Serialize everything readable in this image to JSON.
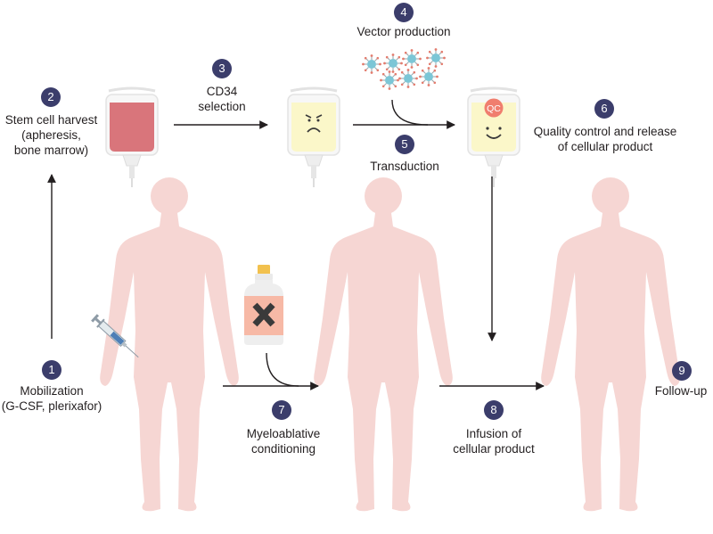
{
  "colors": {
    "badge": "#3b3d6b",
    "arrow": "#231f20",
    "body_silhouette": "#f6d6d3",
    "bag_blood": "#d9757b",
    "bag_yellow": "#fbf7c9",
    "bag_frame": "#e9e9e9",
    "vector_particle": "#7cc6d6",
    "qc_badge": "#f07e6e",
    "bottle": "#f7b9a6",
    "bottle_cap": "#f2c14e"
  },
  "steps": [
    {
      "num": "1",
      "lines": [
        "Mobilization",
        "(G-CSF, plerixafor)"
      ]
    },
    {
      "num": "2",
      "lines": [
        "Stem cell harvest",
        "(apheresis,",
        "bone marrow)"
      ]
    },
    {
      "num": "3",
      "lines": [
        "CD34",
        "selection"
      ]
    },
    {
      "num": "4",
      "lines": [
        "Vector production"
      ]
    },
    {
      "num": "5",
      "lines": [
        "Transduction"
      ]
    },
    {
      "num": "6",
      "lines": [
        "Quality control and release",
        "of cellular product"
      ]
    },
    {
      "num": "7",
      "lines": [
        "Myeloablative",
        "conditioning"
      ]
    },
    {
      "num": "8",
      "lines": [
        "Infusion of",
        "cellular product"
      ]
    },
    {
      "num": "9",
      "lines": [
        "Follow-up"
      ]
    }
  ],
  "qc_badge_text": "QC",
  "icons": {
    "harvest_bag": "blood-bag-icon",
    "selection_bag": "sad-cell-bag-icon",
    "product_bag": "happy-cell-bag-icon",
    "vector": "virus-particle-icon",
    "syringe": "syringe-icon",
    "bottle": "toxic-bottle-icon",
    "person": "human-silhouette-icon"
  }
}
